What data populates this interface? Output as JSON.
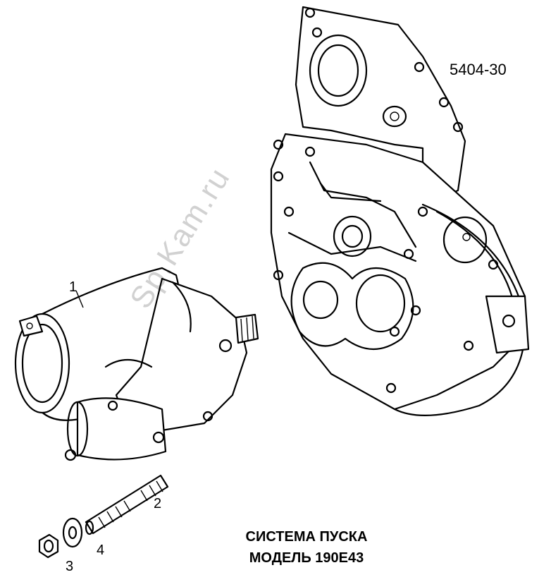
{
  "diagram": {
    "figure_code": "5404-30",
    "title_line1": "СИСТЕМА ПУСКА",
    "title_line2": "МОДЕЛЬ 190E43",
    "watermark": "Sp.Kam.ru",
    "callouts": [
      "1",
      "2",
      "3",
      "4"
    ]
  },
  "colors": {
    "ink": "#000000",
    "paper": "#ffffff"
  }
}
